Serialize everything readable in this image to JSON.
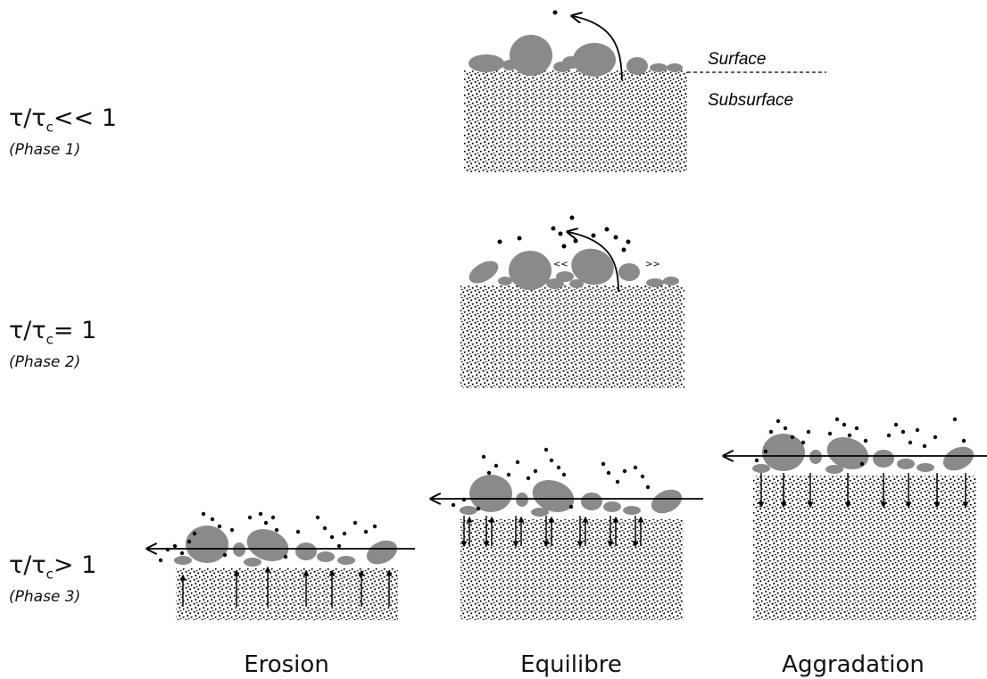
{
  "annotations": {
    "surface": "Surface",
    "subsurface": "Subsurface",
    "left_chevrons": "<<",
    "right_chevrons": ">>"
  },
  "phases": [
    {
      "ratio_symbol": "τ/τ",
      "subscript": "c",
      "relation": "<< 1",
      "name": "(Phase 1)"
    },
    {
      "ratio_symbol": "τ/τ",
      "subscript": "c",
      "relation": "= 1",
      "name": "(Phase 2)"
    },
    {
      "ratio_symbol": "τ/τ",
      "subscript": "c",
      "relation": "> 1",
      "name": "(Phase 3)"
    }
  ],
  "columns": [
    "Erosion",
    "Equilibre",
    "Aggradation"
  ],
  "colors": {
    "grain": "#8a8a8a",
    "dot": "#000000",
    "line": "#000000"
  }
}
